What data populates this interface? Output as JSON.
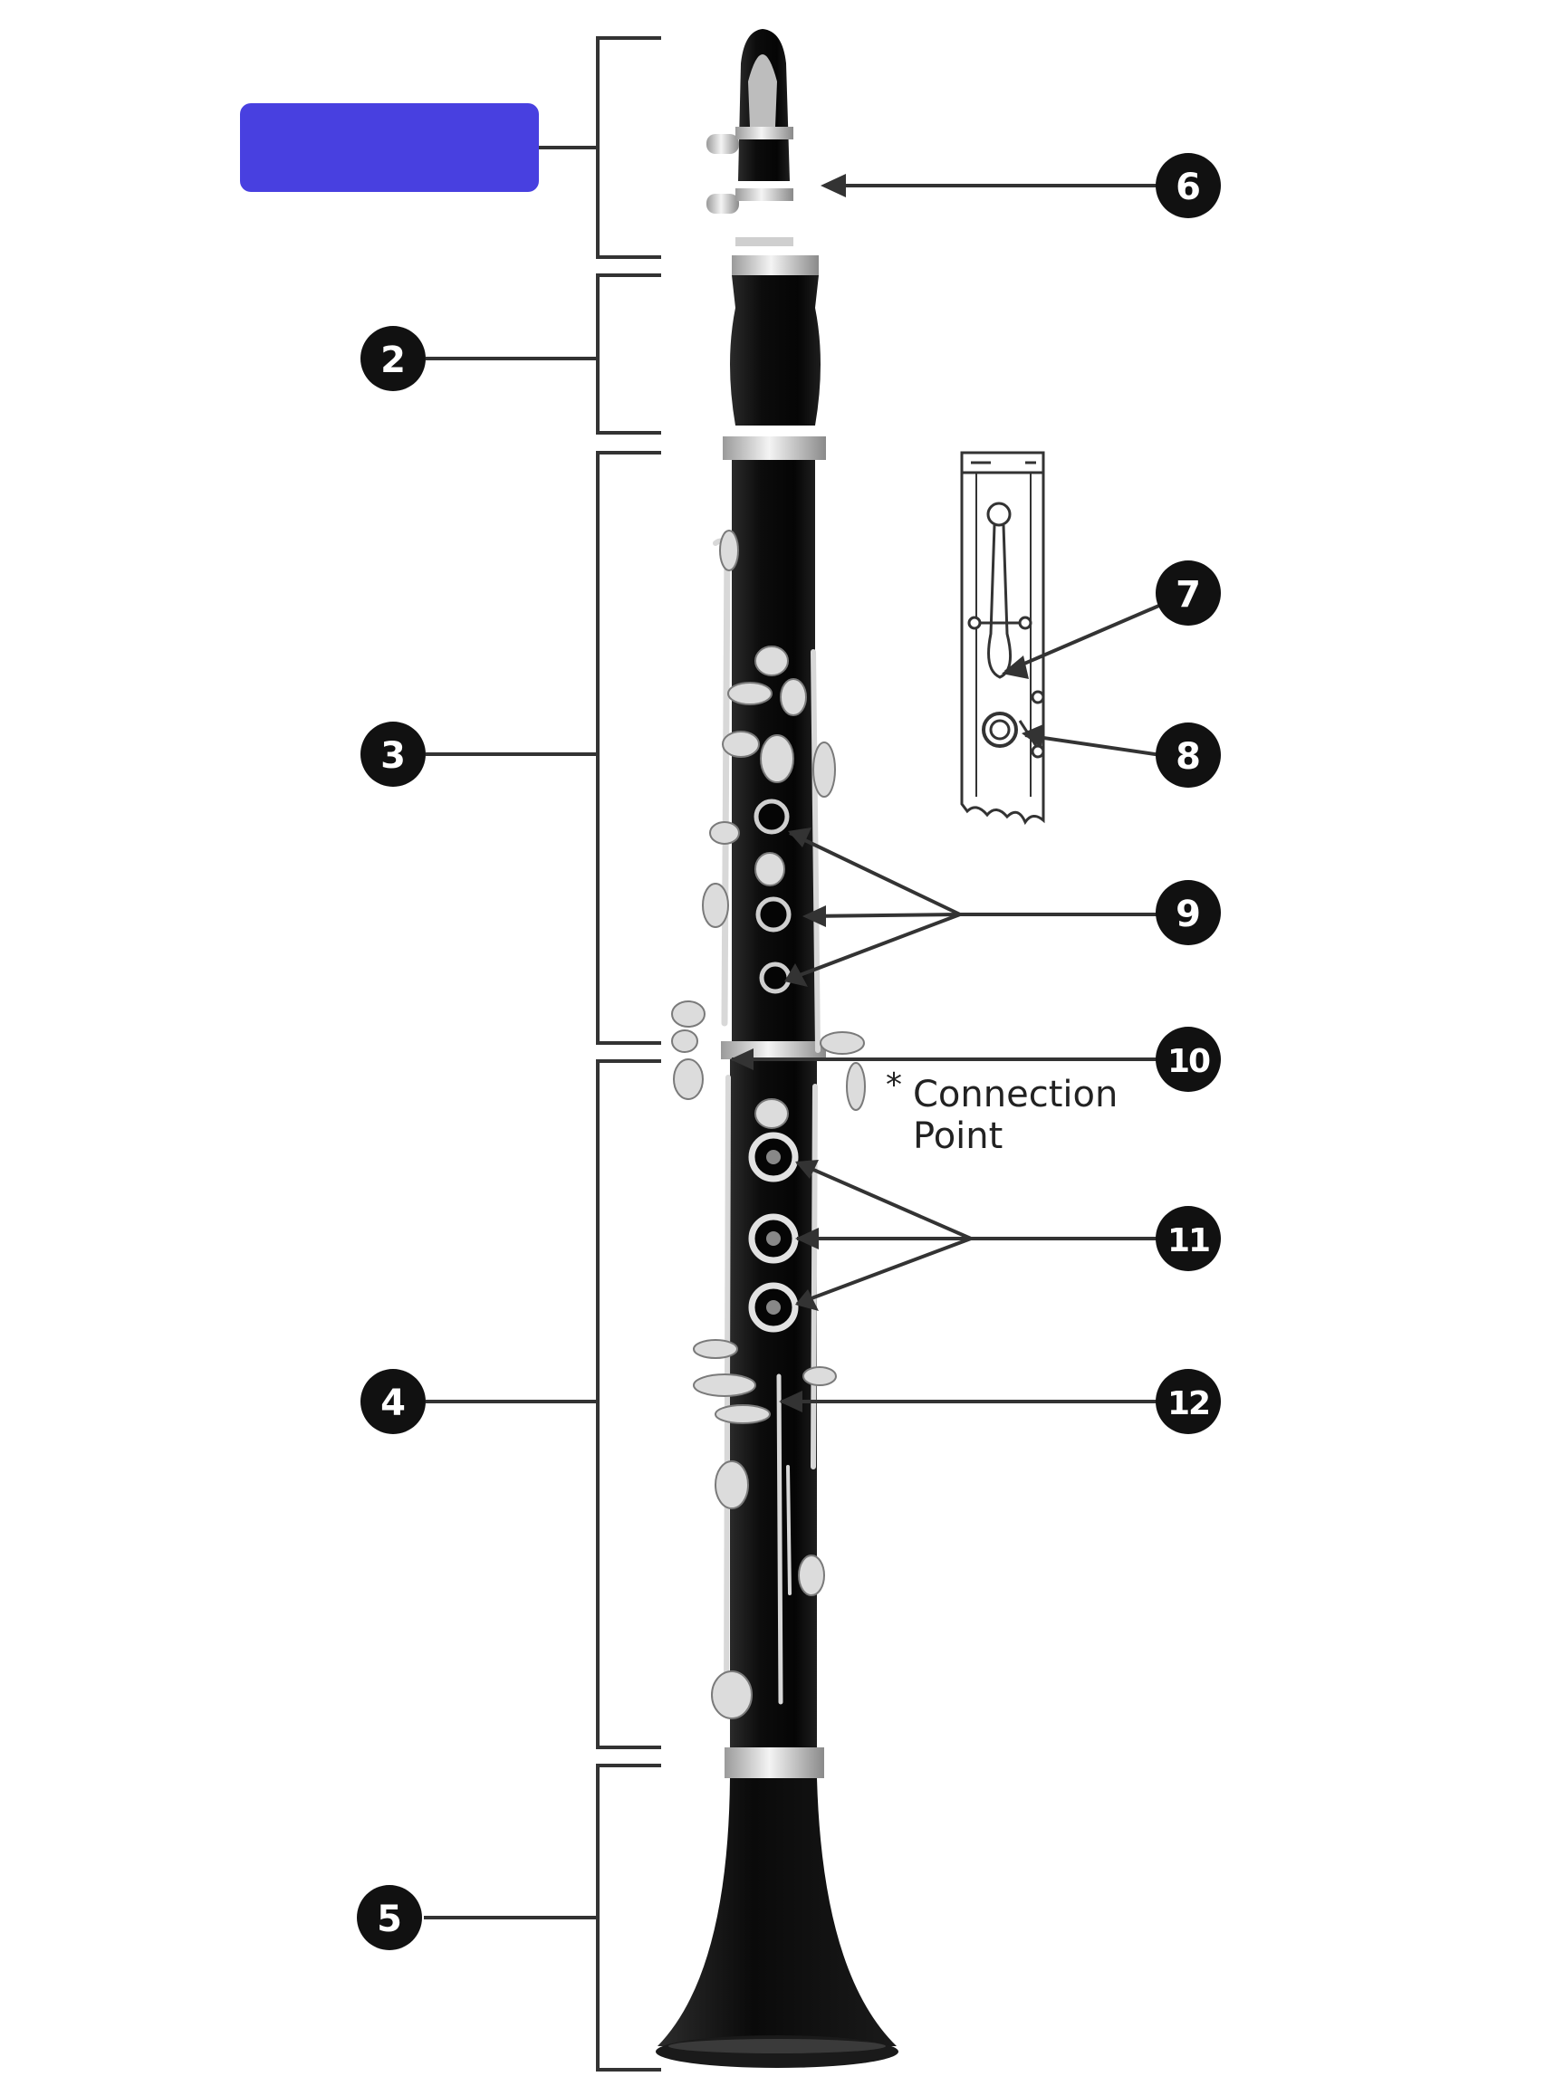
{
  "figure": {
    "callouts": [
      {
        "id": "c6",
        "label": "6"
      },
      {
        "id": "c2",
        "label": "2"
      },
      {
        "id": "c7",
        "label": "7"
      },
      {
        "id": "c3",
        "label": "3"
      },
      {
        "id": "c8",
        "label": "8"
      },
      {
        "id": "c9",
        "label": "9"
      },
      {
        "id": "c10",
        "label": "10"
      },
      {
        "id": "c11",
        "label": "11"
      },
      {
        "id": "c4",
        "label": "4"
      },
      {
        "id": "c12",
        "label": "12"
      },
      {
        "id": "c5",
        "label": "5"
      }
    ],
    "note": {
      "marker": "*",
      "line1": "Connection",
      "line2": "Point"
    },
    "colors": {
      "masked_label": "#4840e0",
      "instrument_body": "#141414",
      "badge": "#111111",
      "line": "#333333",
      "metal": "#d6d6d6"
    }
  }
}
